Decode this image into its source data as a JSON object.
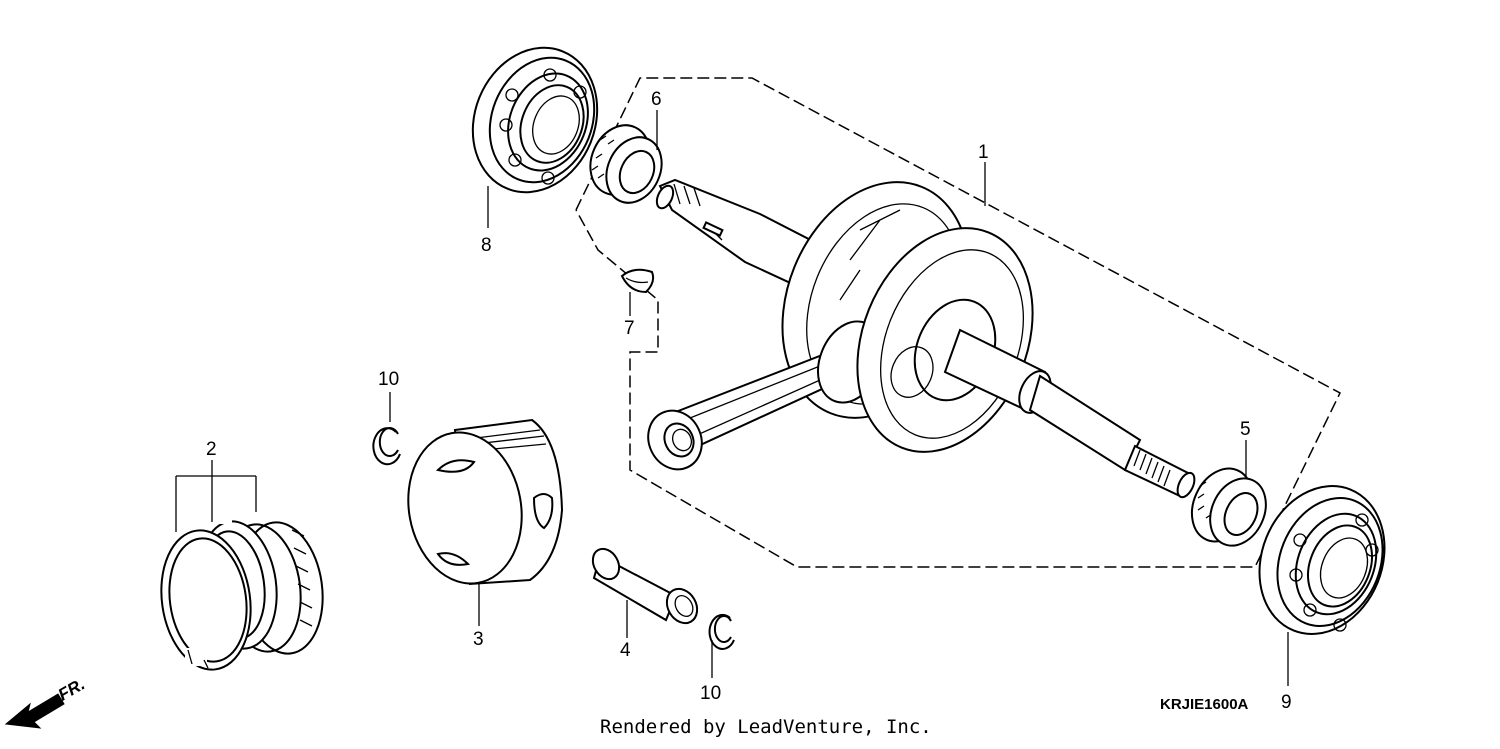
{
  "diagram": {
    "part_labels": {
      "p1": "1",
      "p2": "2",
      "p3": "3",
      "p4": "4",
      "p5": "5",
      "p6": "6",
      "p7": "7",
      "p8": "8",
      "p9": "9",
      "p10_top": "10",
      "p10_bottom": "10"
    },
    "diagram_code": "KRJIE1600A",
    "credit": "Rendered by LeadVenture, Inc.",
    "direction_label": "FR."
  }
}
